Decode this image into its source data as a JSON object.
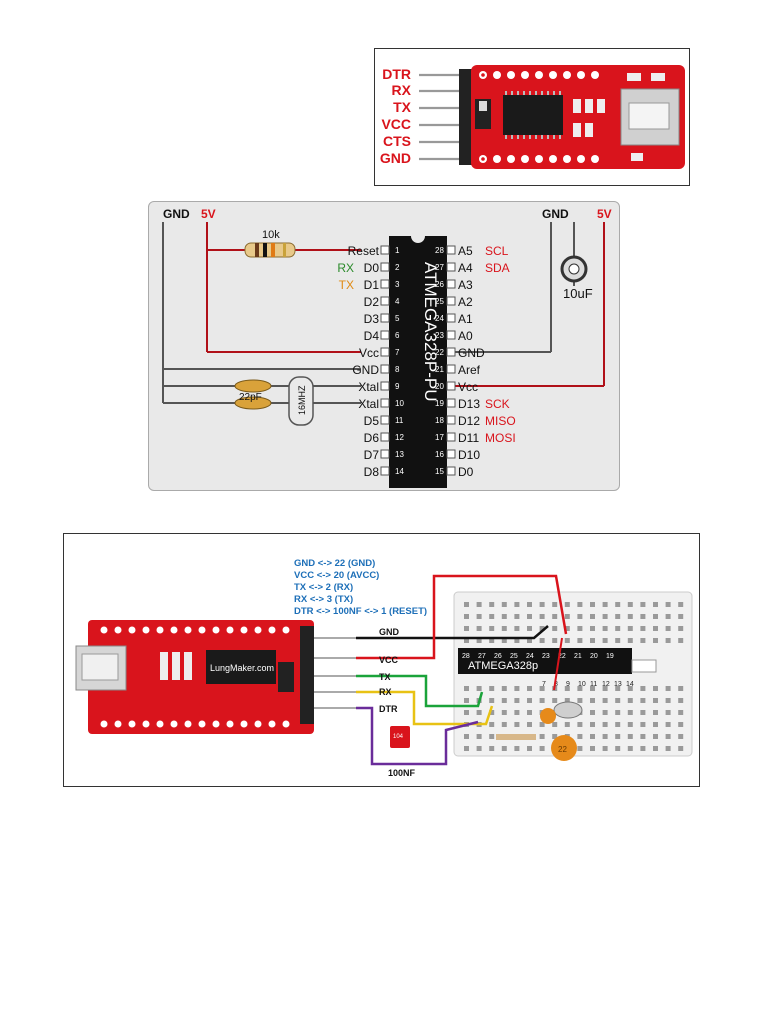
{
  "ftdi_top": {
    "pins": [
      "DTR",
      "RX",
      "TX",
      "VCC",
      "CTS",
      "GND"
    ]
  },
  "schematic": {
    "left_power": [
      "GND",
      "5V"
    ],
    "right_power": [
      "GND",
      "5V"
    ],
    "resistor": "10k",
    "capacitor_big": "10uF",
    "capacitor_small": "22pF",
    "crystal": "16MHZ",
    "chip": "ATMEGA328P-PU",
    "left_pins": [
      {
        "name": "Reset",
        "num": "1"
      },
      {
        "name": "D0",
        "num": "2",
        "alias": "RX"
      },
      {
        "name": "D1",
        "num": "3",
        "alias": "TX"
      },
      {
        "name": "D2",
        "num": "4"
      },
      {
        "name": "D3",
        "num": "5"
      },
      {
        "name": "D4",
        "num": "6"
      },
      {
        "name": "Vcc",
        "num": "7"
      },
      {
        "name": "GND",
        "num": "8"
      },
      {
        "name": "Xtal",
        "num": "9"
      },
      {
        "name": "Xtal",
        "num": "10"
      },
      {
        "name": "D5",
        "num": "11"
      },
      {
        "name": "D6",
        "num": "12"
      },
      {
        "name": "D7",
        "num": "13"
      },
      {
        "name": "D8",
        "num": "14"
      }
    ],
    "right_pins": [
      {
        "name": "A5",
        "num": "28",
        "alias": "SCL"
      },
      {
        "name": "A4",
        "num": "27",
        "alias": "SDA"
      },
      {
        "name": "A3",
        "num": "26"
      },
      {
        "name": "A2",
        "num": "25"
      },
      {
        "name": "A1",
        "num": "24"
      },
      {
        "name": "A0",
        "num": "23"
      },
      {
        "name": "GND",
        "num": "22"
      },
      {
        "name": "Aref",
        "num": "21"
      },
      {
        "name": "Vcc",
        "num": "20"
      },
      {
        "name": "D13",
        "num": "19",
        "alias": "SCK"
      },
      {
        "name": "D12",
        "num": "18",
        "alias": "MISO"
      },
      {
        "name": "D11",
        "num": "17",
        "alias": "MOSI"
      },
      {
        "name": "D10",
        "num": "16"
      },
      {
        "name": "D0",
        "num": "15"
      }
    ]
  },
  "breadboard": {
    "notes": [
      "GND <-> 22 (GND)",
      "VCC <-> 20 (AVCC)",
      "TX <-> 2  (RX)",
      "RX <-> 3 (TX)",
      "DTR <-> 100NF <-> 1 (RESET)"
    ],
    "wires": [
      "GND",
      "VCC",
      "TX",
      "RX",
      "DTR"
    ],
    "board_label": "LungMaker.com",
    "chip_label": "ATMEGA328p",
    "cap_label": "100NF",
    "cap_body": "104",
    "ceramic": "22",
    "top_row_nums": [
      "28",
      "27",
      "26",
      "25",
      "24",
      "23",
      "22",
      "21",
      "20",
      "19"
    ],
    "bottom_row_nums": [
      "7",
      "8",
      "9",
      "10",
      "11",
      "12",
      "13",
      "14"
    ]
  },
  "colors": {
    "pcb_red": "#d9141c",
    "wire_gnd": "#111111",
    "wire_vcc": "#d9141c",
    "wire_tx": "#1aa33a",
    "wire_rx": "#e8c214",
    "wire_dtr": "#6a2c9a",
    "note_blue": "#1d6fb8"
  }
}
